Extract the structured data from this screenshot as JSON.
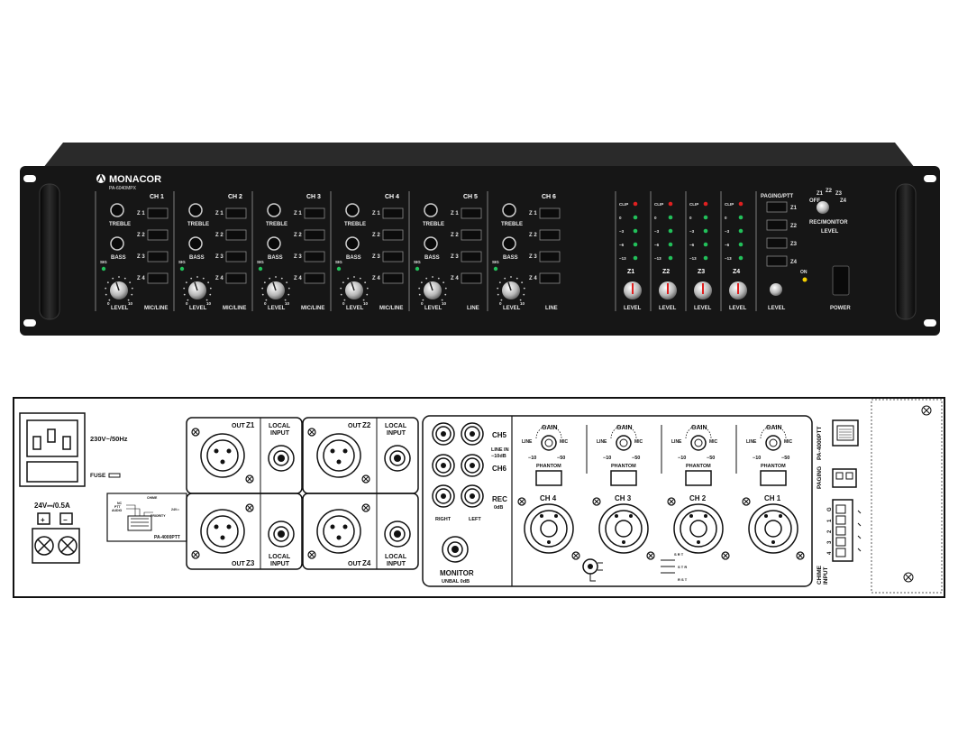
{
  "front": {
    "brand": "MONACOR",
    "model": "PA-6040MPX",
    "channels": [
      {
        "name": "CH 1",
        "mode": "MIC/LINE"
      },
      {
        "name": "CH 2",
        "mode": "MIC/LINE"
      },
      {
        "name": "CH 3",
        "mode": "MIC/LINE"
      },
      {
        "name": "CH 4",
        "mode": "MIC/LINE"
      },
      {
        "name": "CH 5",
        "mode": "LINE"
      },
      {
        "name": "CH 6",
        "mode": "LINE"
      }
    ],
    "treble": "TREBLE",
    "bass": "BASS",
    "level": "LEVEL",
    "sig": "SIG",
    "zone_buttons": [
      "Z 1",
      "Z 2",
      "Z 3",
      "Z 4"
    ],
    "knob_scale_min": "0",
    "knob_scale_max": "10",
    "meter_labels": [
      "CLIP",
      "0",
      "−3",
      "−6",
      "−13"
    ],
    "zones": [
      "Z1",
      "Z2",
      "Z3",
      "Z4"
    ],
    "paging_title": "PAGING/PTT",
    "selector_labels": [
      "OFF",
      "Z1",
      "Z2",
      "Z3",
      "Z4"
    ],
    "rec_monitor_label": "REC/MONITOR",
    "on_label": "ON",
    "power_label": "POWER",
    "colors": {
      "panel": "#1b1b1b",
      "clip_led": "#e02020",
      "sig_led": "#22c05a",
      "on_led": "#f5d000"
    }
  },
  "rear": {
    "mains_voltage": "230V~/50Hz",
    "fuse_label": "FUSE",
    "dc_label": "24V⎓/0.5A",
    "dc_plus": "+",
    "dc_minus": "−",
    "outputs": [
      {
        "out": "OUT",
        "zone": "Z1",
        "local": "LOCAL",
        "input": "INPUT"
      },
      {
        "out": "OUT",
        "zone": "Z2",
        "local": "LOCAL",
        "input": "INPUT"
      },
      {
        "out": "OUT",
        "zone": "Z3",
        "local": "LOCAL",
        "input": "INPUT"
      },
      {
        "out": "OUT",
        "zone": "Z4",
        "local": "LOCAL",
        "input": "INPUT"
      }
    ],
    "pa4000ptt_diagram_label": "PA-4000PTT",
    "wiring_labels": [
      "NC",
      "PTT",
      "AUDIO",
      "CHIME",
      "PRIORITY",
      "24V⎓"
    ],
    "ch5": "CH5",
    "ch6": "CH6",
    "line_in": "LINE IN",
    "line_in_level": "−10dB",
    "rec": "REC",
    "rec_level": "0dB",
    "right": "RIGHT",
    "left": "LEFT",
    "monitor": "MONITOR",
    "monitor_spec": "UNBAL 0dB",
    "gain": "GAIN",
    "gain_line": "LINE",
    "gain_mic": "MIC",
    "gain_min": "−10",
    "gain_max": "−50",
    "phantom": "PHANTOM",
    "mic_channels": [
      "CH 4",
      "CH 3",
      "CH 2",
      "CH 1"
    ],
    "sxr": [
      "S R T",
      "S T R",
      "R S T"
    ],
    "side_pa4000ptt": "PA-4000PTT",
    "side_paging": "PAGING",
    "side_chime": "CHIME",
    "side_input": "INPUT",
    "chime_pins": [
      "G",
      "1",
      "2",
      "3",
      "4"
    ]
  }
}
